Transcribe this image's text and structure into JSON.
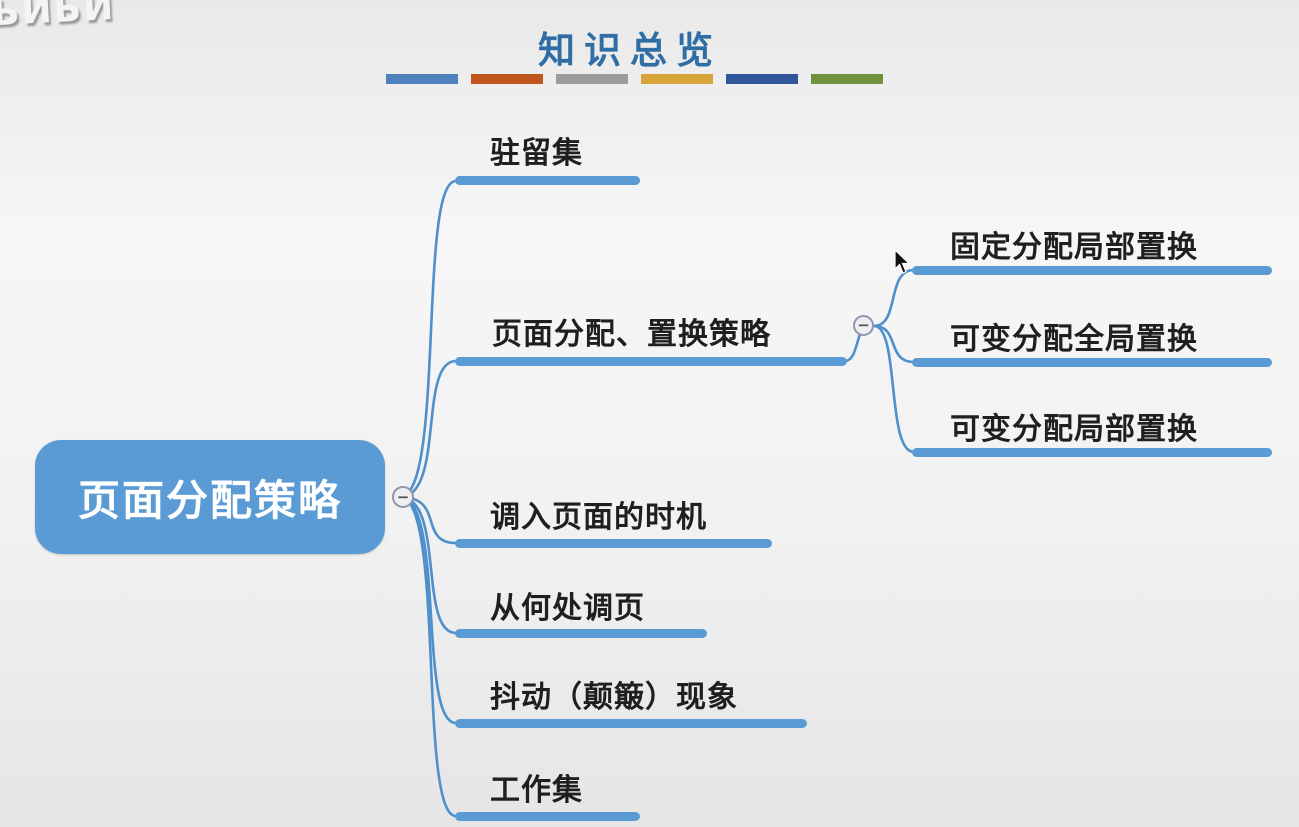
{
  "watermark": "ЬИЬИ",
  "header": {
    "title": "知识总览",
    "divider_colors": [
      "#4f81bd",
      "#c2561f",
      "#9c9c9c",
      "#d8a53a",
      "#31569b",
      "#71923c"
    ]
  },
  "colors": {
    "accent": "#5b9bd5",
    "connector": "#4f8fcc",
    "root_fill": "#5b9bd5",
    "root_text": "#ffffff",
    "label_text": "#1f1f1f",
    "title_text": "#2f6ea5"
  },
  "mindmap": {
    "collapse_symbol": "−",
    "root": {
      "label": "页面分配策略"
    },
    "branches": [
      {
        "label": "驻留集"
      },
      {
        "label": "页面分配、置换策略",
        "children": [
          {
            "label": "固定分配局部置换"
          },
          {
            "label": "可变分配全局置换"
          },
          {
            "label": "可变分配局部置换"
          }
        ]
      },
      {
        "label": "调入页面的时机"
      },
      {
        "label": "从何处调页"
      },
      {
        "label": "抖动（颠簸）现象"
      },
      {
        "label": "工作集"
      }
    ]
  }
}
